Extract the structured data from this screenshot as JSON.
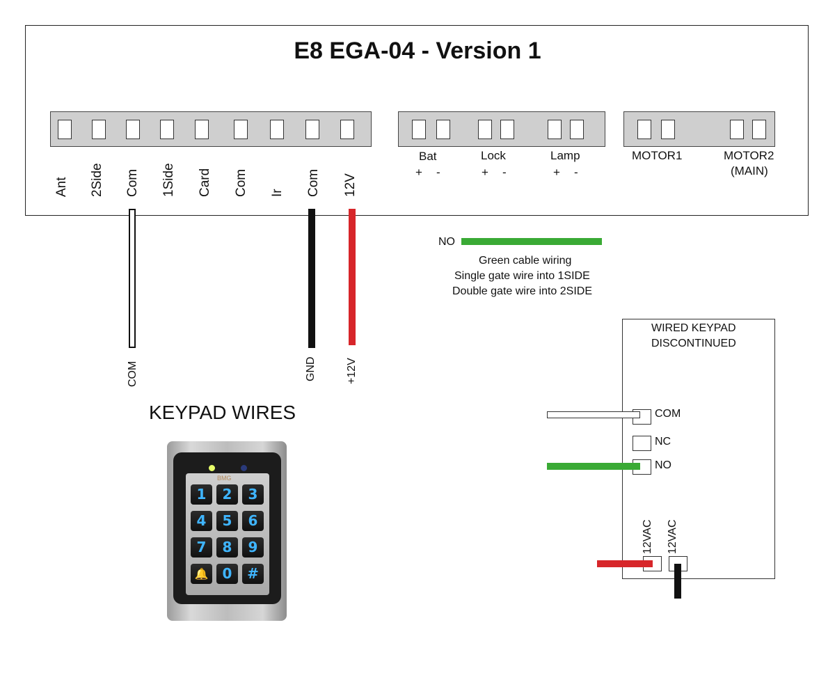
{
  "title": "E8 EGA-04 - Version 1",
  "main_terminals": [
    "Ant",
    "2Side",
    "Com",
    "1Side",
    "Card",
    "Com",
    "Ir",
    "Com",
    "12V"
  ],
  "power_groups": {
    "bat": "Bat",
    "lock": "Lock",
    "lamp": "Lamp",
    "plus": "+",
    "minus": "-"
  },
  "motors": {
    "motor1": "MOTOR1",
    "motor2": "MOTOR2",
    "motor2_sub": "(MAIN)"
  },
  "wire_labels": {
    "com": "COM",
    "gnd": "GND",
    "v12": "+12V",
    "no": "NO"
  },
  "green_note": {
    "line1": "Green cable wiring",
    "line2": "Single gate wire into 1SIDE",
    "line3": "Double gate wire into 2SIDE"
  },
  "keypad_section_title": "KEYPAD WIRES",
  "keypad_brand": "BMG",
  "keypad_keys": [
    "1",
    "2",
    "3",
    "4",
    "5",
    "6",
    "7",
    "8",
    "9",
    "🔔",
    "0",
    "#"
  ],
  "wired_keypad": {
    "title_line1": "WIRED KEYPAD",
    "title_line2": "DISCONTINUED",
    "com": "COM",
    "nc": "NC",
    "no": "NO",
    "ac1": "12VAC",
    "ac2": "12VAC"
  },
  "colors": {
    "green_wire": "#3aaa35",
    "red_wire": "#d7262a",
    "black_wire": "#111111",
    "key_glow": "#3fb5ff"
  }
}
